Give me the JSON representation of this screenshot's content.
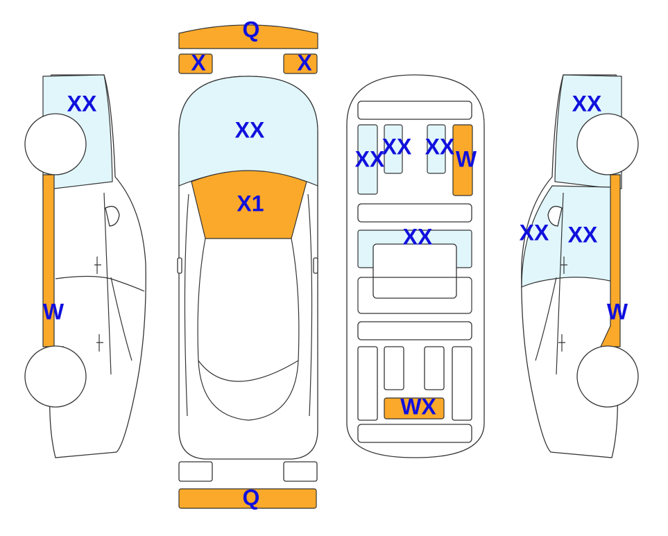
{
  "colors": {
    "damage": "#FAA92A",
    "glass": "#E0F6FB",
    "label": "#1010DD",
    "outline": "#333333"
  },
  "labels": {
    "front_bumper": "Q",
    "headlight_left": "X",
    "headlight_right": "X",
    "windshield": "XX",
    "hood": "X1",
    "rear_bumper": "Q",
    "left_rear_glass": "XX",
    "left_pillar": "W",
    "int_rear_left": "XX",
    "int_rear_mid_left": "XX",
    "int_rear_mid_right": "XX",
    "int_rear_right": "W",
    "int_middle": "XX",
    "int_front": "WX",
    "right_rear_glass": "XX",
    "right_mirror": "XX",
    "right_front_glass": "XX",
    "right_pillar": "W"
  }
}
